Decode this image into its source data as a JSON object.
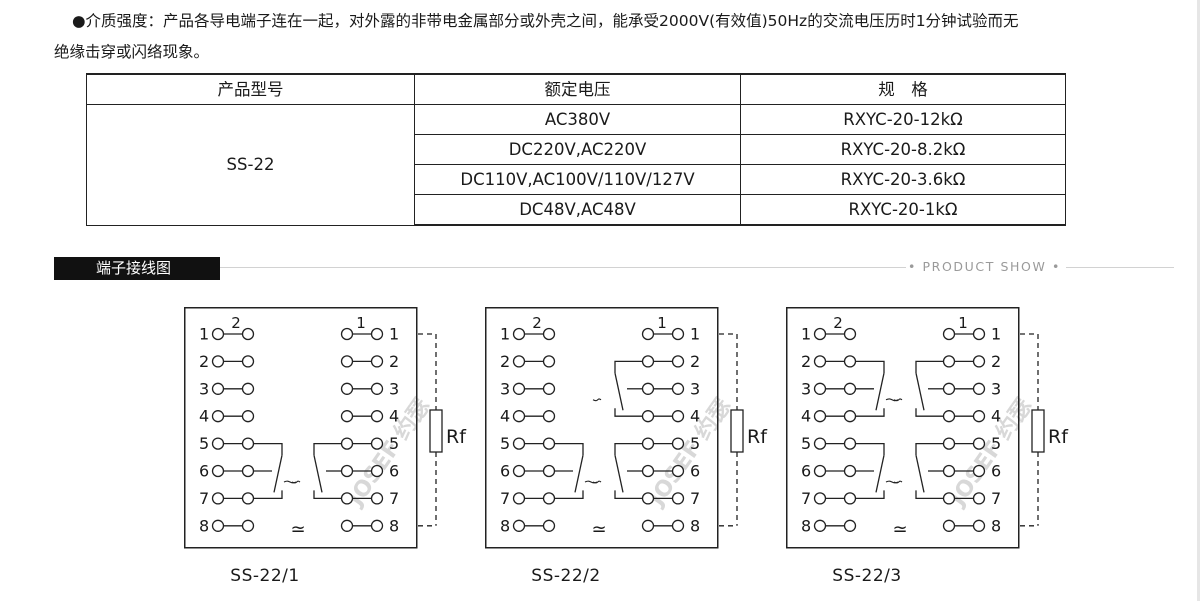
{
  "intro": {
    "bullet": "●",
    "line1": "介质强度：产品各导电端子连在一起，对外露的非带电金属部分或外壳之间，能承受2000V(有效值)50Hz的交流电压历时1分钟试验而无",
    "line2": "绝缘击穿或闪络现象。"
  },
  "table": {
    "headers": [
      "产品型号",
      "额定电压",
      "规　格"
    ],
    "model": "SS-22",
    "rows": [
      {
        "voltage": "AC380V",
        "spec": "RXYC-20-12kΩ"
      },
      {
        "voltage": "DC220V,AC220V",
        "spec": "RXYC-20-8.2kΩ"
      },
      {
        "voltage": "DC110V,AC100V/110V/127V",
        "spec": "RXYC-20-3.6kΩ"
      },
      {
        "voltage": "DC48V,AC48V",
        "spec": "RXYC-20-1kΩ"
      }
    ]
  },
  "section": {
    "title": "端子接线图",
    "product_show": "• PRODUCT SHOW •"
  },
  "diagrams": {
    "group_left": "2",
    "group_right": "1",
    "terminals": [
      "1",
      "2",
      "3",
      "4",
      "5",
      "6",
      "7",
      "8"
    ],
    "rf_label": "Rf",
    "symbol": "≃",
    "watermark": "JOSEF 约瑟",
    "captions": [
      "SS-22/1",
      "SS-22/2",
      "SS-22/3"
    ]
  },
  "colors": {
    "line": "#222222",
    "tab_bg": "#111111",
    "watermark": "#c8c8c8"
  }
}
